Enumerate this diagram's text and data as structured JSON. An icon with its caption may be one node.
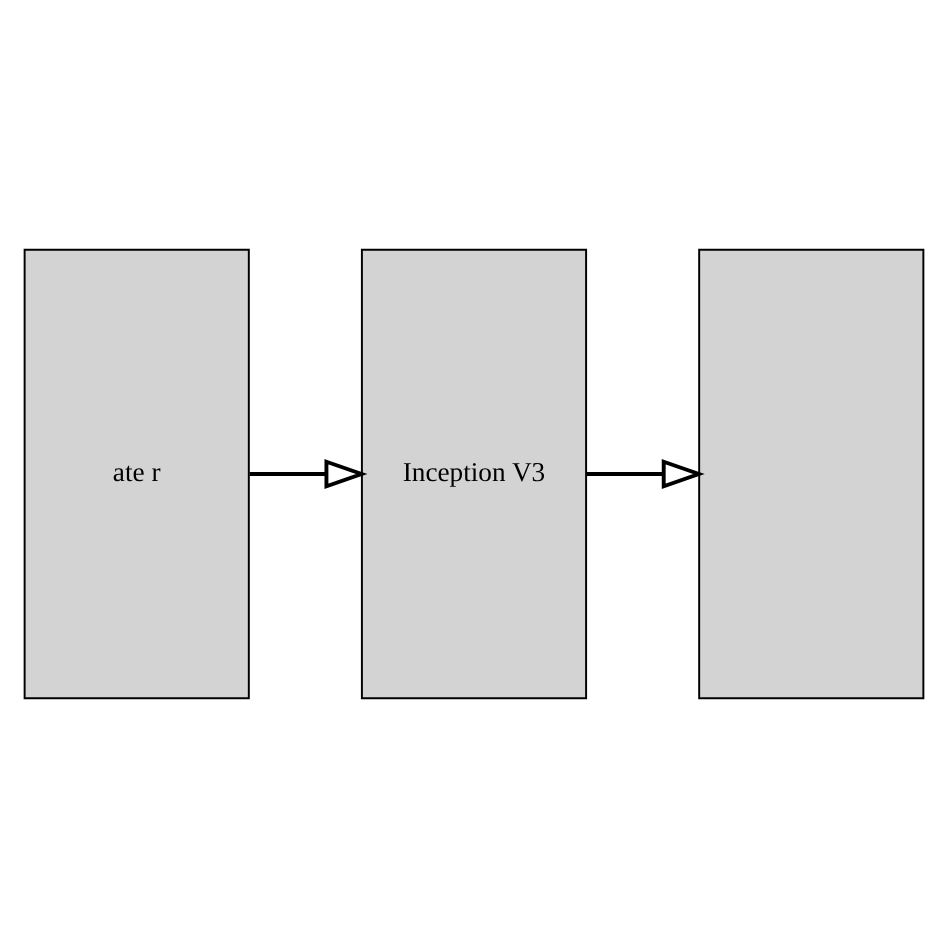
{
  "diagram": {
    "nodes": [
      {
        "text": [
          "ate r"
        ]
      },
      {
        "text": [
          "Inception V3"
        ]
      },
      {
        "text": [],
        "shape": "box"
      }
    ],
    "edges": [
      {
        "from": 0,
        "to": 1,
        "arrow": "to"
      },
      {
        "from": 1,
        "to": 2,
        "arrow": "to"
      }
    ]
  }
}
